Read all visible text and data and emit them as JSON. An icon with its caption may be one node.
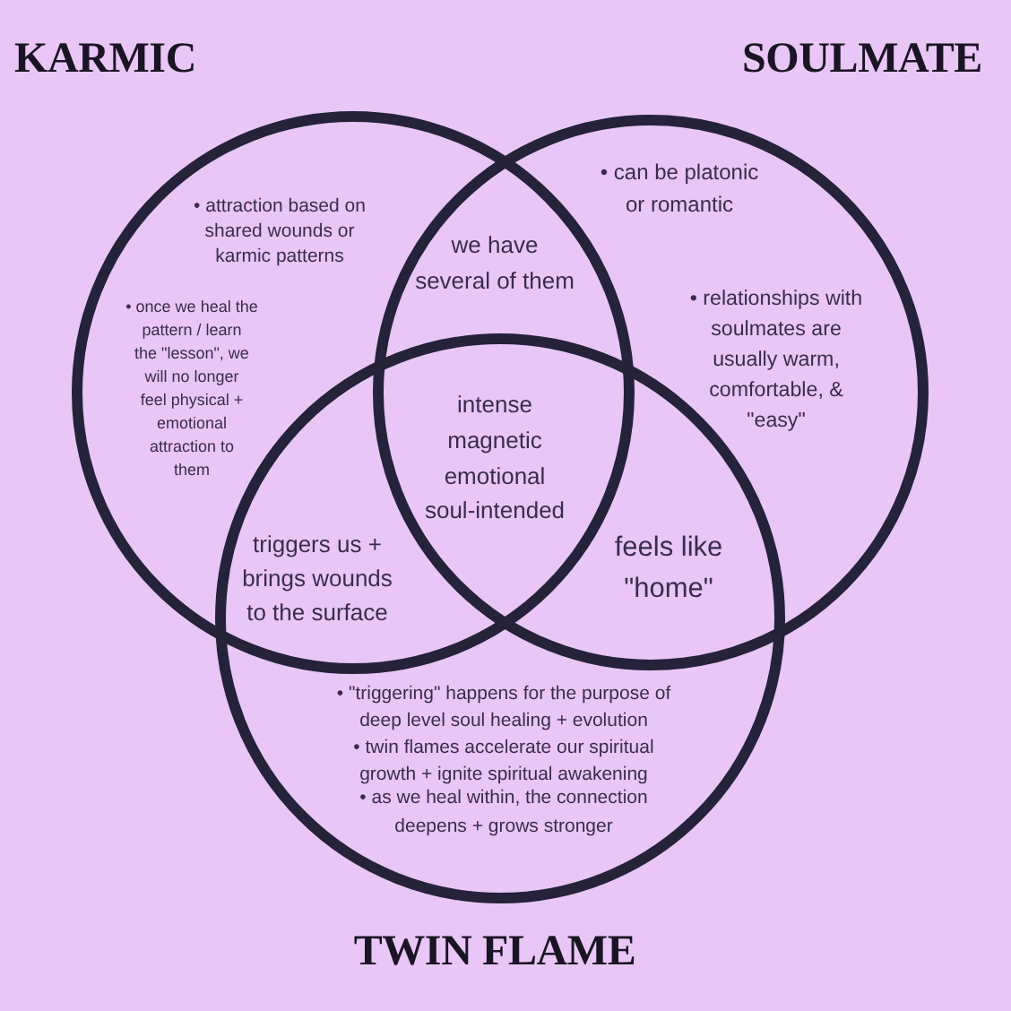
{
  "diagram": {
    "nodes": [
      {
        "text": [
          "KARMIC",
          "• attraction based on shared wounds or karmic patterns",
          "• once we heal the pattern / learn the \"lesson\", we will no longer feel physical + emotional attraction to them"
        ]
      },
      {
        "text": [
          "SOULMATE",
          "• can be platonic or romantic",
          "• relationships with soulmates are usually warm, comfortable, & \"easy\""
        ]
      },
      {
        "text": [
          "• \"triggering\" happens for the purpose of deep level soul healing + evolution",
          "• twin flames accelerate our spiritual growth + ignite spiritual awakening",
          "• as we heal within, the connection deepens + grows stronger",
          "TWIN FLAME"
        ]
      }
    ],
    "edges": [],
    "labels": [
      "we have several of them",
      "intense magnetic emotional soul-intended",
      "triggers us + brings wounds to the surface",
      "feels like \"home\""
    ]
  }
}
